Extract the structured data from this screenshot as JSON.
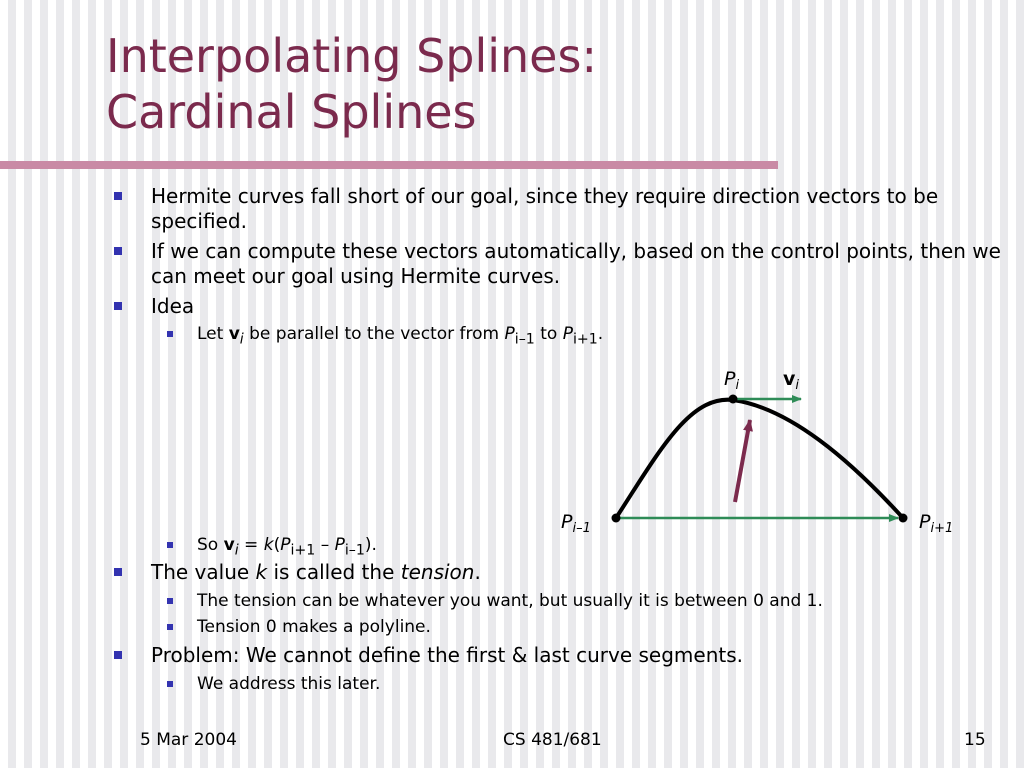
{
  "title": {
    "line1": "Interpolating Splines:",
    "line2": "Cardinal Splines"
  },
  "bullets": [
    {
      "text": "Hermite curves fall short of our goal, since they require direction vectors to be specified."
    },
    {
      "text": "If we can compute these vectors automatically, based on the control points, then we can meet our goal using Hermite curves."
    },
    {
      "text": "Idea"
    }
  ],
  "idea_sub": {
    "let": "Let",
    "v": "v",
    "i": "i",
    "middle": "be parallel to the vector from",
    "P": "P",
    "i_minus_1": "i–1",
    "to": "to",
    "i_plus_1": "i+1",
    "period": "."
  },
  "so_sub": {
    "so": "So",
    "eq": "=",
    "k": "k",
    "open": "(",
    "minus": "–",
    "close": ")."
  },
  "tension_bullet": {
    "before": "The value",
    "k": "k",
    "middle": "is called the",
    "tension": "tension",
    "period": "."
  },
  "tension_subs": [
    "The tension can be whatever you want, but usually it is between 0 and 1.",
    "Tension 0 makes a polyline."
  ],
  "problem_bullet": "Problem: We cannot define the first & last curve segments.",
  "problem_sub": "We address this later.",
  "diagram": {
    "label_pi": "P",
    "label_pi_sub": "i",
    "label_vi": "v",
    "label_vi_sub": "i",
    "label_pim1": "P",
    "label_pim1_sub": "i–1",
    "label_pip1": "P",
    "label_pip1_sub": "i+1",
    "colors": {
      "curve": "#000000",
      "vector_arrow": "#2e8b57",
      "chord_arrow": "#2e8b57",
      "tangent_arrow": "#7b2a4d"
    }
  },
  "footer": {
    "date": "5 Mar 2004",
    "course": "CS 481/681",
    "page": "15"
  },
  "colors": {
    "title": "#7b2a4d",
    "rule": "#c98aa5",
    "bullet": "#3333b0"
  }
}
